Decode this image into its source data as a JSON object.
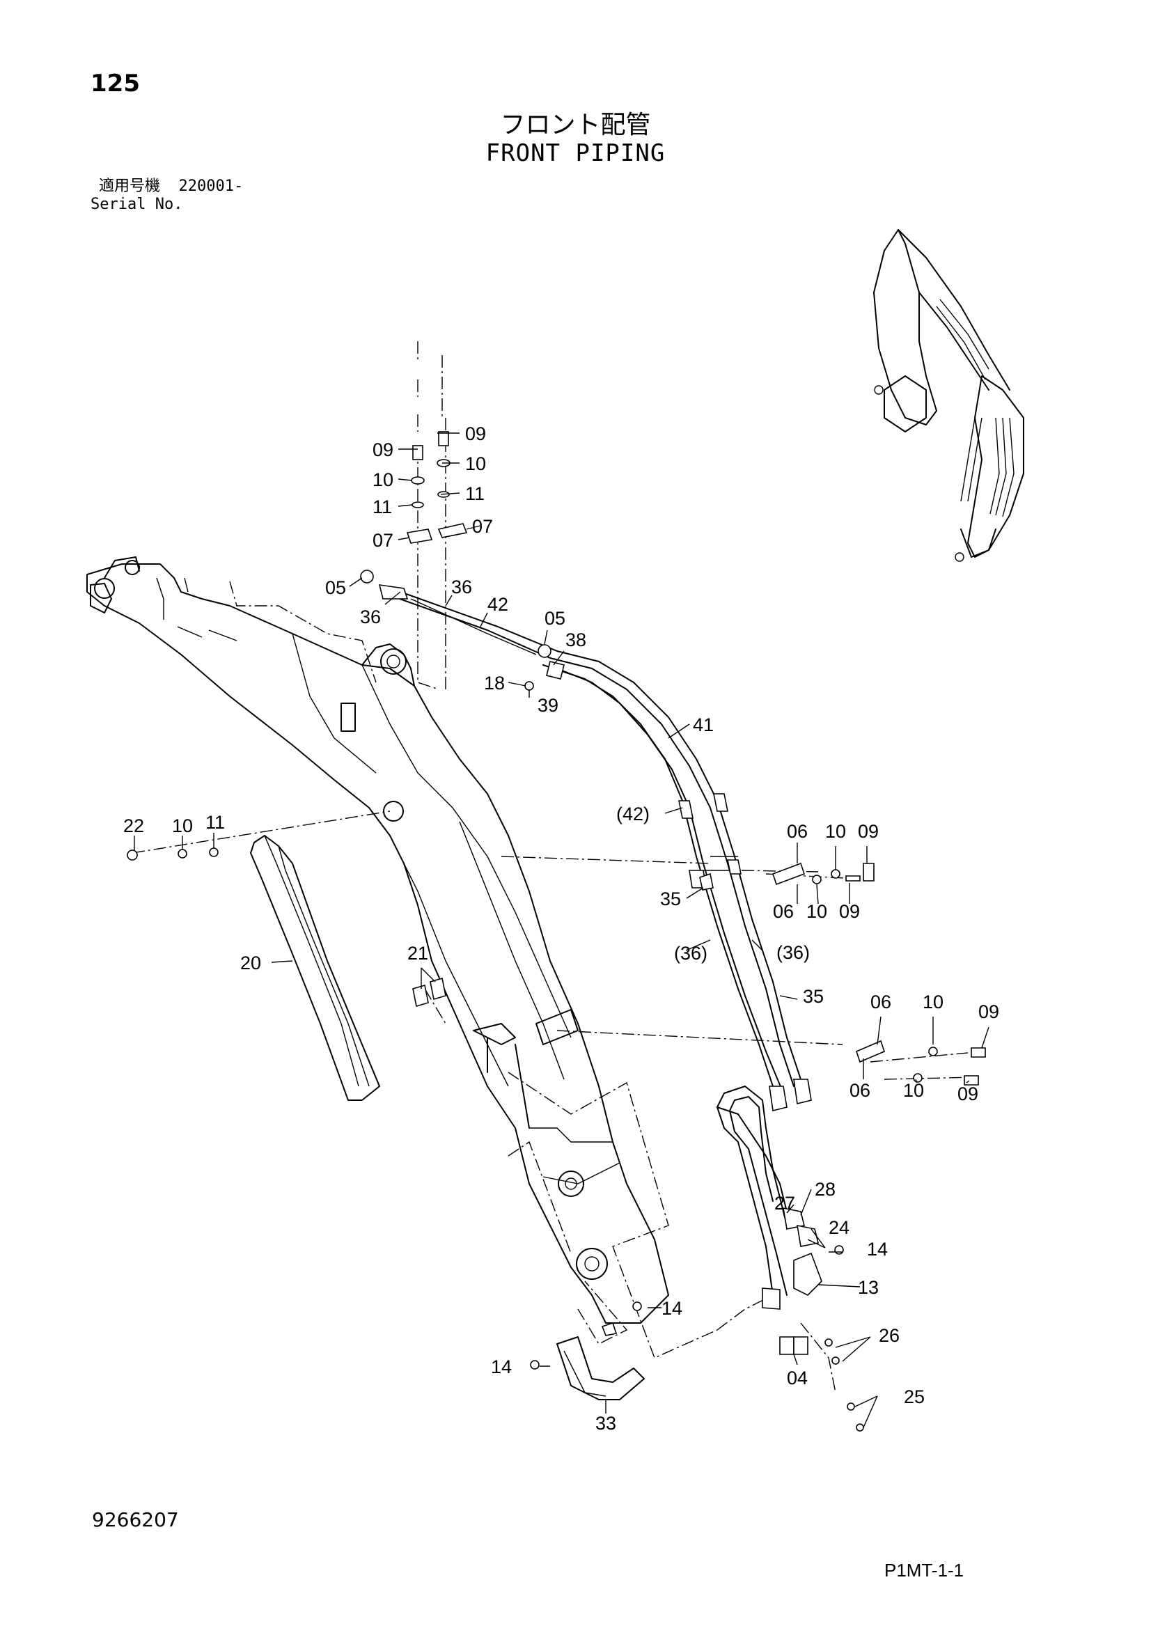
{
  "header": {
    "page_number": "125",
    "title_jp": "フロント配管",
    "title_en": "FRONT PIPING",
    "serial_label_jp": "適用号機",
    "serial_value": "220001-",
    "serial_label_en": "Serial No."
  },
  "footer": {
    "doc_number": "9266207",
    "figure_code": "P1MT-1-1"
  },
  "callouts": {
    "c09a": "09",
    "c09b": "09",
    "c10a": "10",
    "c10b": "10",
    "c11a": "11",
    "c11b": "11",
    "c07a": "07",
    "c07b": "07",
    "c05a": "05",
    "c05b": "05",
    "c36a": "36",
    "c36b": "36",
    "c42": "42",
    "c38": "38",
    "c18": "18",
    "c39": "39",
    "c41": "41",
    "c42p": "(42)",
    "c22": "22",
    "c10c": "10",
    "c11c": "11",
    "c06a": "06",
    "c10d": "10",
    "c09c": "09",
    "c06b": "06",
    "c10e": "10",
    "c09d": "09",
    "c35a": "35",
    "c36p1": "(36)",
    "c36p2": "(36)",
    "c35b": "35",
    "c20": "20",
    "c21": "21",
    "c06c": "06",
    "c10f": "10",
    "c09e": "09",
    "c06d": "06",
    "c10g": "10",
    "c09f": "09",
    "c28": "28",
    "c27": "27",
    "c24": "24",
    "c14a": "14",
    "c13": "13",
    "c14b": "14",
    "c26": "26",
    "c14c": "14",
    "c04": "04",
    "c25": "25",
    "c33": "33"
  }
}
